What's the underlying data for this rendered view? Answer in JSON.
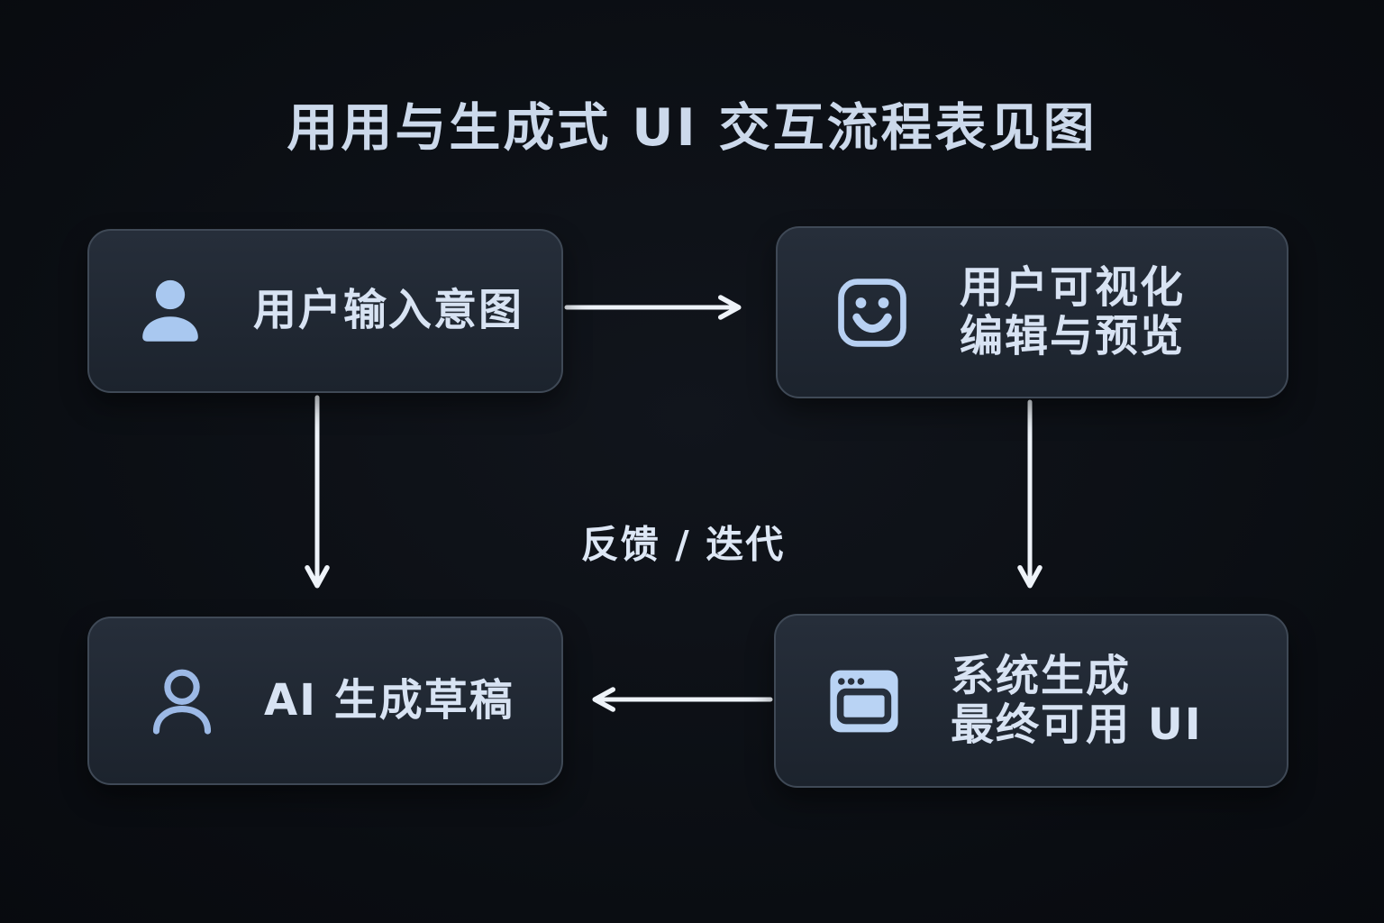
{
  "title": "用用与生成式 UI 交互流程表见图",
  "nodes": [
    {
      "id": "user-input",
      "icon": "user-filled-icon",
      "lines": [
        "用户输入意图"
      ]
    },
    {
      "id": "visual-edit",
      "icon": "robot-face-icon",
      "lines": [
        "用户可视化",
        "编辑与预览"
      ]
    },
    {
      "id": "ai-draft",
      "icon": "user-outline-icon",
      "lines": [
        "AI 生成草稿"
      ]
    },
    {
      "id": "system-ui",
      "icon": "browser-window-icon",
      "lines": [
        "系统生成",
        "最终可用 UI"
      ]
    }
  ],
  "feedback_label": "反馈 / 迭代",
  "colors": {
    "background": "#0a0d12",
    "box_fill": "#212935",
    "box_border": "#3f4956",
    "text": "#d8e3f3",
    "icon": "#aac7ef",
    "arrow": "#eef3f9"
  }
}
